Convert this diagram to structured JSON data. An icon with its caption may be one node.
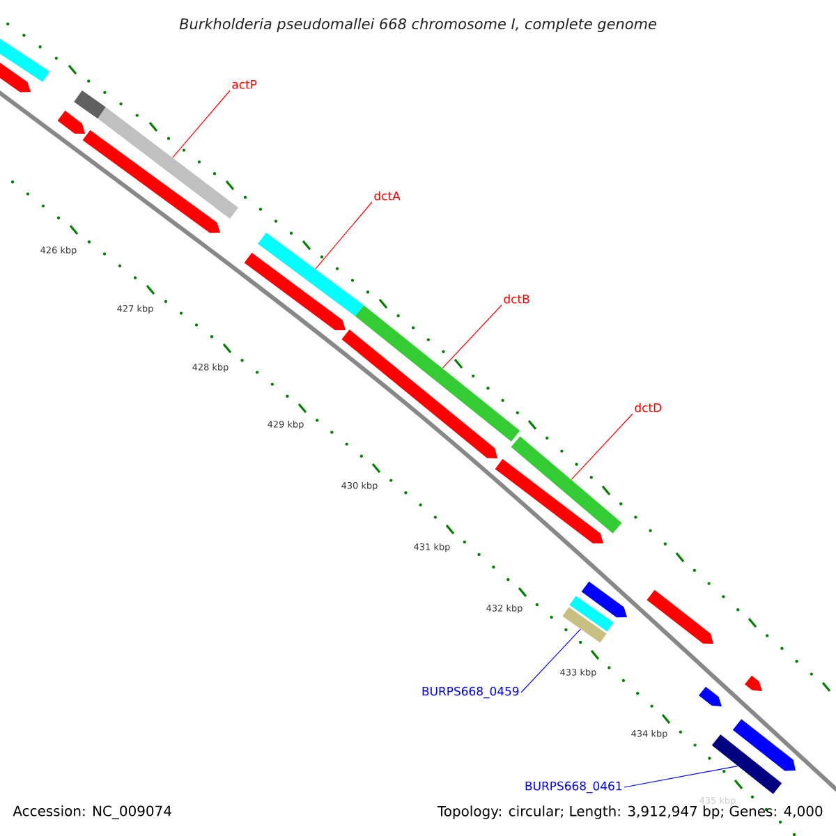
{
  "diagram": {
    "title": "Burkholderia pseudomallei 668 chromosome I, complete genome",
    "nodes": [
      {
        "text": [
          "actP"
        ]
      },
      {
        "text": [
          "dctA"
        ]
      },
      {
        "text": [
          "dctB"
        ]
      },
      {
        "text": [
          "dctD"
        ]
      },
      {
        "text": [
          "BURPS668_0459"
        ]
      },
      {
        "text": [
          "BURPS668_0461"
        ]
      },
      {
        "text": [],
        "shape": "bar"
      },
      {
        "text": [],
        "shape": "bar"
      },
      {
        "text": [],
        "shape": "bar"
      },
      {
        "text": [],
        "shape": "bar"
      },
      {
        "text": [],
        "shape": "bar"
      },
      {
        "text": [],
        "shape": "bar"
      }
    ],
    "edges": [
      {
        "from": 0,
        "to": 6,
        "arrow": "none"
      },
      {
        "from": 1,
        "to": 7,
        "arrow": "none"
      },
      {
        "from": 2,
        "to": 8,
        "arrow": "none"
      },
      {
        "from": 3,
        "to": 9,
        "arrow": "none"
      },
      {
        "from": 4,
        "to": 10,
        "arrow": "none",
        "color": "#0000ff"
      },
      {
        "from": 5,
        "to": 11,
        "arrow": "none",
        "color": "#0000ff"
      }
    ],
    "labels": [
      "426 kbp",
      "427 kbp",
      "428 kbp",
      "429 kbp",
      "430 kbp",
      "431 kbp",
      "432 kbp",
      "433 kbp",
      "434 kbp",
      "435 kbp",
      "Accession: NC_009074",
      "Topology: circular; Length: 3,912,947 bp; Genes: 4,000"
    ]
  }
}
